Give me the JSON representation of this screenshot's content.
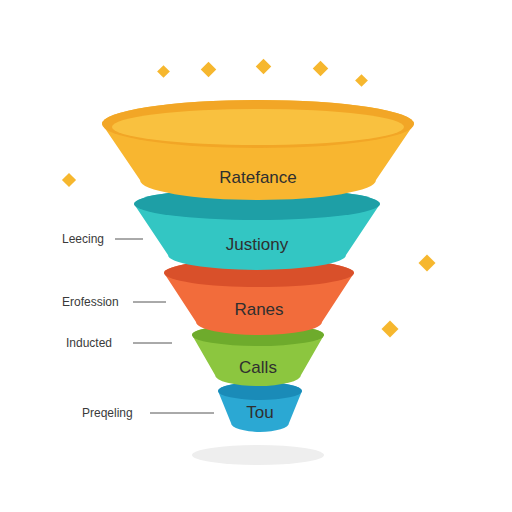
{
  "diagram": {
    "nodes": [
      {
        "text": [
          "Ratefance"
        ]
      },
      {
        "text": [
          "Justiony"
        ]
      },
      {
        "text": [
          "Ranes"
        ]
      },
      {
        "text": [
          "Calls"
        ]
      },
      {
        "text": [
          "Tou"
        ]
      }
    ],
    "labels": [
      "Leecing",
      "Erofession",
      "Inducted",
      "Preqeling"
    ]
  }
}
